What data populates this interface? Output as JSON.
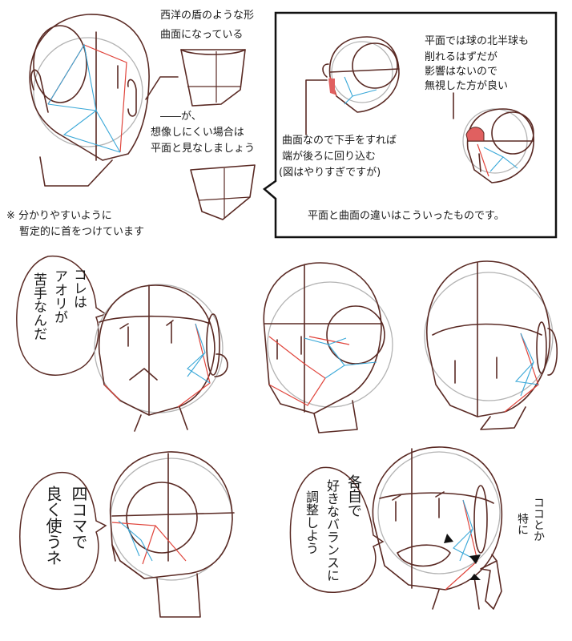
{
  "top_left": {
    "shield_note": "西洋の盾のような形",
    "curve_note": "曲面になっている",
    "but_note_1": "――が、",
    "but_note_2": "想像しにくい場合は",
    "but_note_3": "平面と見なしましょう",
    "neck_note_1": "※ 分かりやすいように",
    "neck_note_2": "暫定的に首をつけています"
  },
  "top_right_box": {
    "north_note_1": "平面では球の北半球も",
    "north_note_2": "削れるはずだが",
    "north_note_3": "影響はないので",
    "north_note_4": "無視した方が良い",
    "curve_note_1": "曲面なので下手をすれば",
    "curve_note_2": "端が後ろに回り込む",
    "curve_note_3": "(図はやりすぎですが)",
    "summary": "平面と曲面の違いはこういったものです。"
  },
  "middle": {
    "bubble_col1": "コレは",
    "bubble_col2": "アオリが",
    "bubble_col3": "苦手なんだ"
  },
  "bottom": {
    "bubble_left_col1": "四コマで",
    "bubble_left_col2": "良く使うネ",
    "bubble_right_col1": "各自で",
    "bubble_right_col2": "好きなバランスに",
    "bubble_right_col3": "調整しよう",
    "side_col1": "ココとか",
    "side_col2": "特に"
  },
  "colors": {
    "ink": "#5a2a24",
    "red_guide": "#e0453c",
    "blue_guide": "#3aa8d8",
    "sphere_gray": "#b3b3b3",
    "fill_red": "#e06060"
  }
}
